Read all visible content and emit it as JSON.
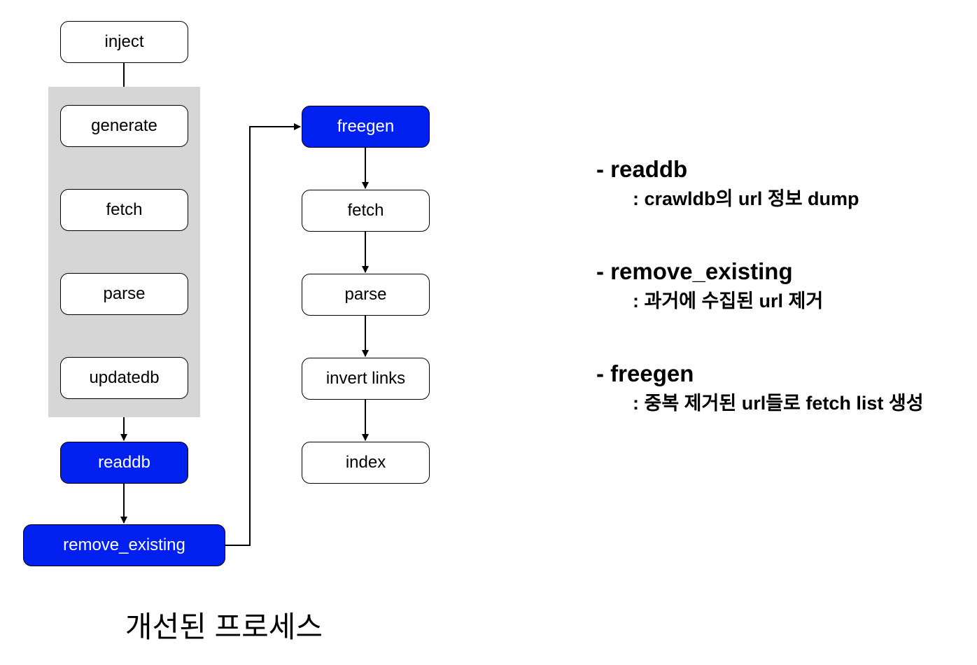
{
  "nodes": {
    "inject": "inject",
    "generate": "generate",
    "fetch1": "fetch",
    "parse1": "parse",
    "updatedb": "updatedb",
    "readdb": "readdb",
    "remove_existing": "remove_existing",
    "freegen": "freegen",
    "fetch2": "fetch",
    "parse2": "parse",
    "invert_links": "invert links",
    "index": "index"
  },
  "notes": [
    {
      "title": "- readdb",
      "desc": ": crawldb의 url 정보 dump"
    },
    {
      "title": "- remove_existing",
      "desc": ": 과거에 수집된 url 제거"
    },
    {
      "title": "- freegen",
      "desc": ": 중복 제거된 url들로 fetch list 생성"
    }
  ],
  "caption": "개선된 프로세스",
  "colors": {
    "highlight": "#0020f0",
    "group_background": "#d6d6d6",
    "border": "#000000"
  }
}
